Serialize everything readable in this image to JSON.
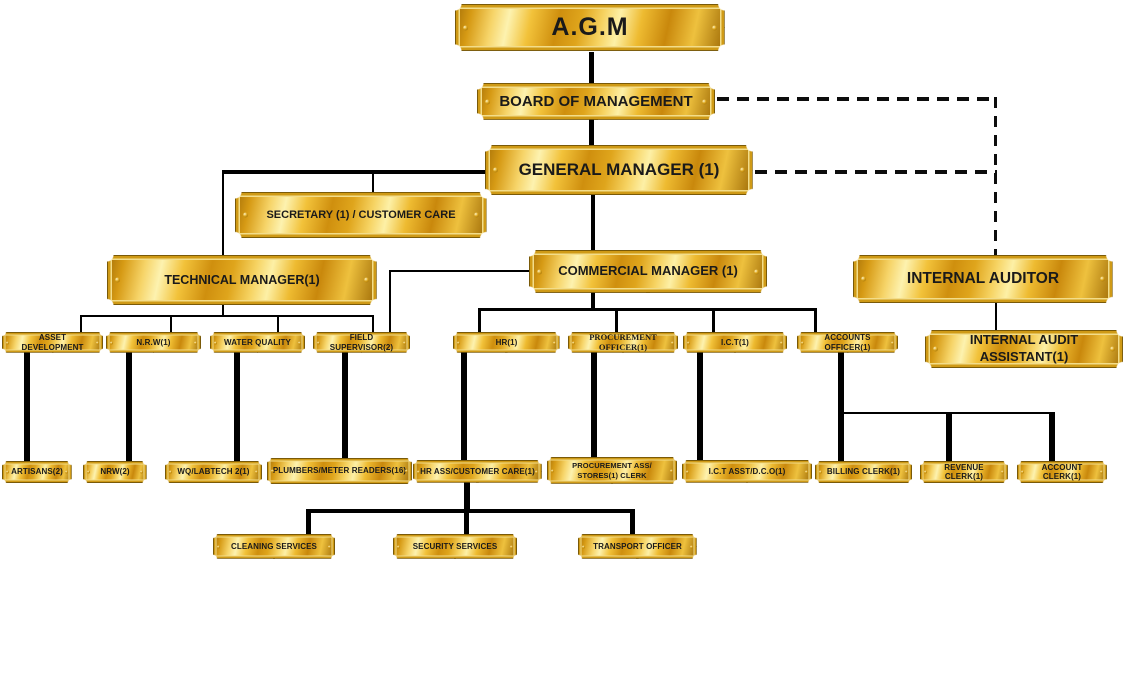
{
  "palette": {
    "background": "#ffffff",
    "gold_highlight": "#fdf2af",
    "gold_mid": "#f2c23a",
    "gold_deep": "#cf8f0e",
    "plaque_border": "#7a5a08",
    "line_color": "#000000",
    "text_color": "#1a1a1a"
  },
  "nodes": {
    "agm": {
      "label": "A.G.M"
    },
    "board": {
      "label": "BOARD OF MANAGEMENT"
    },
    "general_manager": {
      "label": "GENERAL MANAGER (1)"
    },
    "secretary": {
      "label": "SECRETARY (1) / CUSTOMER CARE"
    },
    "technical_manager": {
      "label": "TECHNICAL MANAGER(1)"
    },
    "commercial_manager": {
      "label": "COMMERCIAL MANAGER (1)"
    },
    "internal_auditor": {
      "label": "INTERNAL AUDITOR"
    },
    "internal_audit_assistant": {
      "label": "INTERNAL AUDIT\nASSISTANT(1)"
    },
    "asset_development": {
      "label": "ASSET DEVELOPMENT"
    },
    "nrw_officer": {
      "label": "N.R.W(1)"
    },
    "water_quality": {
      "label": "WATER QUALITY"
    },
    "field_supervisor": {
      "label": "FIELD SUPERVISOR(2)"
    },
    "hr": {
      "label": "HR(1)"
    },
    "procurement_officer": {
      "label": "PROCUREMENT OFFICER(1)"
    },
    "ict": {
      "label": "I.C.T(1)"
    },
    "accounts_officer": {
      "label": "ACCOUNTS OFFICER(1)"
    },
    "artisans": {
      "label": "ARTISANS(2)"
    },
    "nrw_staff": {
      "label": "NRW(2)"
    },
    "wq_labtech": {
      "label": "WQ/LABTECH 2(1)"
    },
    "plumbers": {
      "label": "PLUMBERS/METER READERS(16)"
    },
    "hr_assistant": {
      "label": "HR ASS/CUSTOMER CARE(1)"
    },
    "procurement_assistant": {
      "label": "PROCUREMENT ASS/\nSTORES(1) CLERK"
    },
    "ict_assistant": {
      "label": "I.C.T ASST/D.C.O(1)"
    },
    "billing_clerk": {
      "label": "BILLING CLERK(1)"
    },
    "revenue_clerk": {
      "label": "REVENUE CLERK(1)"
    },
    "account_clerk": {
      "label": "ACCOUNT CLERK(1)"
    },
    "cleaning_services": {
      "label": "CLEANING SERVICES"
    },
    "security_services": {
      "label": "SECURITY SERVICES"
    },
    "transport_officer": {
      "label": "TRANSPORT OFFICER"
    }
  },
  "edges": [
    {
      "from": "agm",
      "to": "board",
      "style": "solid"
    },
    {
      "from": "board",
      "to": "general_manager",
      "style": "solid"
    },
    {
      "from": "board",
      "to": "internal_auditor",
      "style": "dashed"
    },
    {
      "from": "general_manager",
      "to": "internal_auditor",
      "style": "dashed"
    },
    {
      "from": "general_manager",
      "to": "secretary",
      "style": "solid"
    },
    {
      "from": "general_manager",
      "to": "technical_manager",
      "style": "solid"
    },
    {
      "from": "general_manager",
      "to": "commercial_manager",
      "style": "solid"
    },
    {
      "from": "internal_auditor",
      "to": "internal_audit_assistant",
      "style": "solid"
    },
    {
      "from": "technical_manager",
      "to": "asset_development",
      "style": "solid"
    },
    {
      "from": "technical_manager",
      "to": "nrw_officer",
      "style": "solid"
    },
    {
      "from": "technical_manager",
      "to": "water_quality",
      "style": "solid"
    },
    {
      "from": "technical_manager",
      "to": "field_supervisor",
      "style": "solid"
    },
    {
      "from": "commercial_manager",
      "to": "field_supervisor",
      "style": "solid"
    },
    {
      "from": "commercial_manager",
      "to": "hr",
      "style": "solid"
    },
    {
      "from": "commercial_manager",
      "to": "procurement_officer",
      "style": "solid"
    },
    {
      "from": "commercial_manager",
      "to": "ict",
      "style": "solid"
    },
    {
      "from": "commercial_manager",
      "to": "accounts_officer",
      "style": "solid"
    },
    {
      "from": "asset_development",
      "to": "artisans",
      "style": "solid"
    },
    {
      "from": "nrw_officer",
      "to": "nrw_staff",
      "style": "solid"
    },
    {
      "from": "water_quality",
      "to": "wq_labtech",
      "style": "solid"
    },
    {
      "from": "field_supervisor",
      "to": "plumbers",
      "style": "solid"
    },
    {
      "from": "hr",
      "to": "hr_assistant",
      "style": "solid"
    },
    {
      "from": "procurement_officer",
      "to": "procurement_assistant",
      "style": "solid"
    },
    {
      "from": "ict",
      "to": "ict_assistant",
      "style": "solid"
    },
    {
      "from": "accounts_officer",
      "to": "billing_clerk",
      "style": "solid"
    },
    {
      "from": "accounts_officer",
      "to": "revenue_clerk",
      "style": "solid"
    },
    {
      "from": "accounts_officer",
      "to": "account_clerk",
      "style": "solid"
    },
    {
      "from": "hr_assistant",
      "to": "cleaning_services",
      "style": "solid"
    },
    {
      "from": "hr_assistant",
      "to": "security_services",
      "style": "solid"
    },
    {
      "from": "hr_assistant",
      "to": "transport_officer",
      "style": "solid"
    }
  ]
}
